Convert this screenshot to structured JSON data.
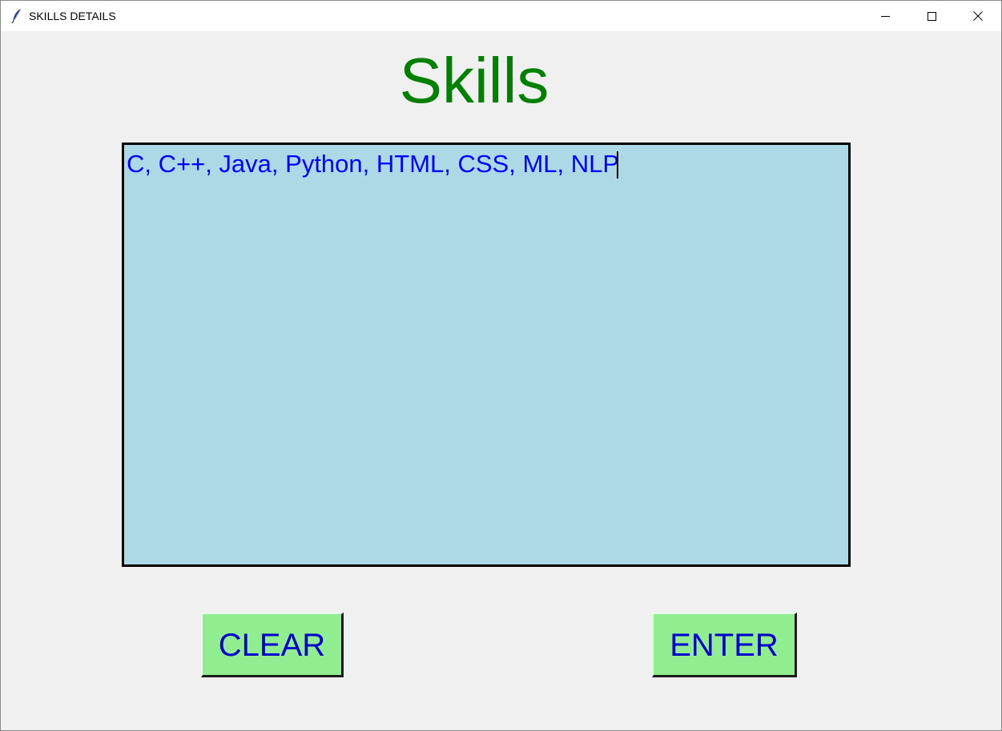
{
  "window": {
    "title": "SKILLS DETAILS",
    "controls": {
      "minimize_icon": "minimize-icon",
      "maximize_icon": "maximize-icon",
      "close_icon": "close-icon"
    }
  },
  "heading": {
    "text": "Skills",
    "color": "#008000"
  },
  "skills_input": {
    "value": "C, C++, Java, Python, HTML, CSS, ML, NLP",
    "background": "#add8e6",
    "text_color": "#0000ff"
  },
  "buttons": {
    "clear_label": "CLEAR",
    "enter_label": "ENTER",
    "background": "#90ee90",
    "text_color": "#0000cd"
  }
}
